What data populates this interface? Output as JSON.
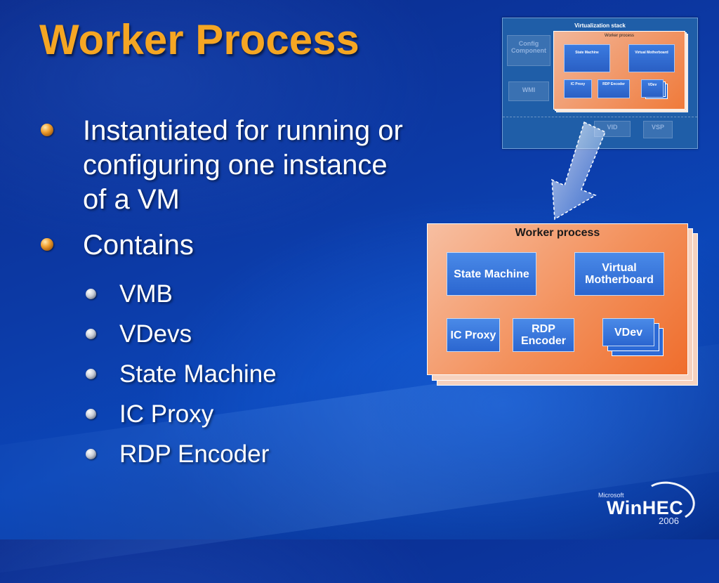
{
  "title": "Worker Process",
  "bullets": [
    {
      "text": "Instantiated for running or configuring one instance of a VM"
    },
    {
      "text": "Contains",
      "subitems": [
        "VMB",
        "VDevs",
        "State Machine",
        "IC Proxy",
        "RDP Encoder"
      ]
    }
  ],
  "thumbnail": {
    "title": "Virtualization stack",
    "worker_label": "Worker process",
    "config_component": "Config Component",
    "wmi": "WMI",
    "vid": "VID",
    "vsp": "VSP",
    "state_machine": "State Machine",
    "virtual_motherboard": "Virtual Motherboard",
    "ic_proxy": "IC Proxy",
    "rdp_encoder": "RDP Encoder",
    "vdev": "VDev"
  },
  "diagram": {
    "label": "Worker process",
    "state_machine": "State Machine",
    "virtual_motherboard": "Virtual Motherboard",
    "ic_proxy": "IC Proxy",
    "rdp_encoder": "RDP Encoder",
    "vdev": "VDev"
  },
  "logo": {
    "small": "Microsoft",
    "name": "WinHEC",
    "year": "2006"
  },
  "colors": {
    "title": "#f5a623",
    "worker_fill": "#ef6d2c",
    "box_fill": "#2b66d0",
    "background": "#0c3aa6"
  }
}
